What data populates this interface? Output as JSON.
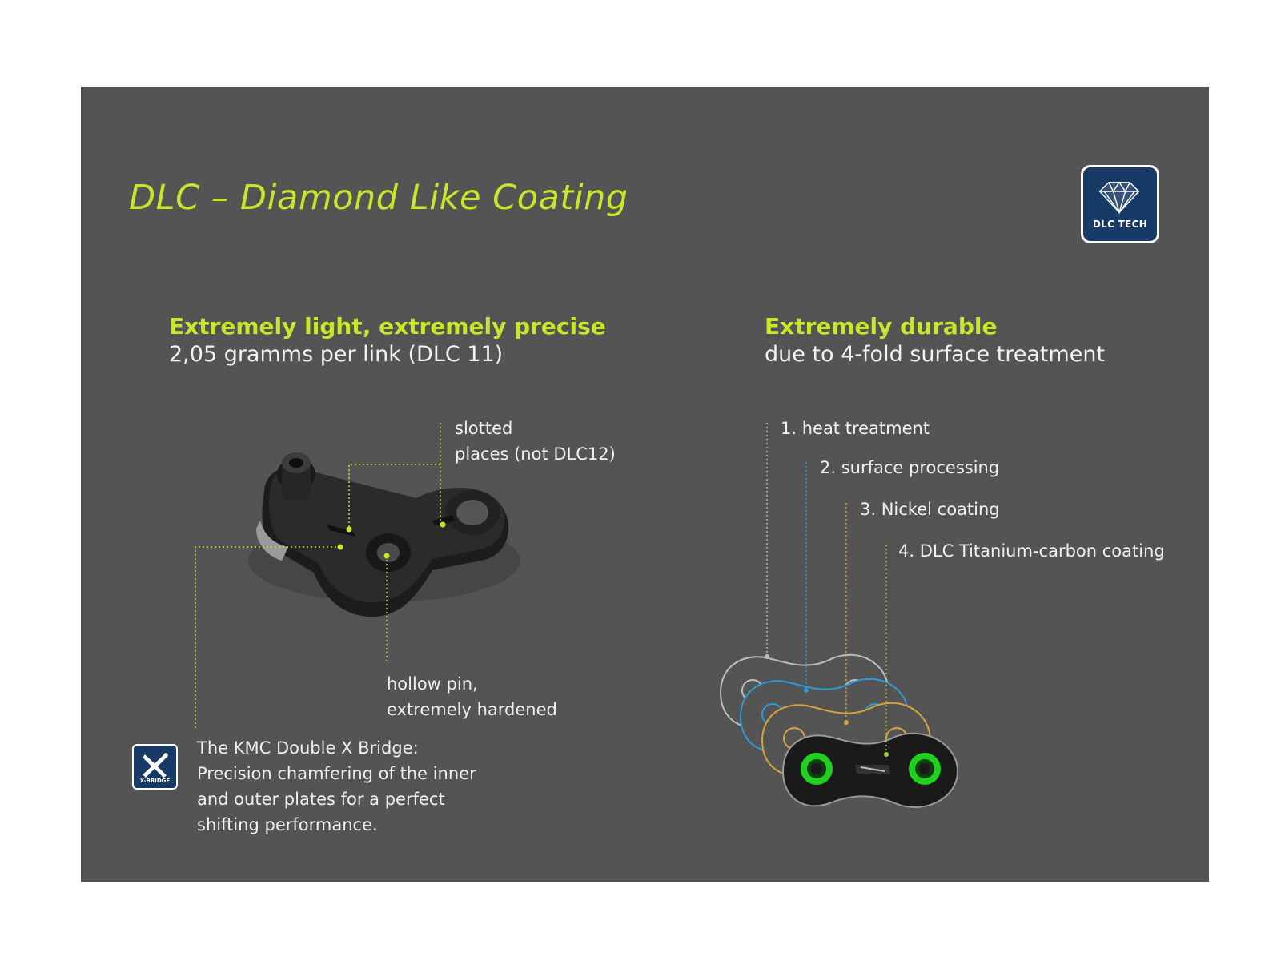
{
  "title": "DLC – Diamond Like Coating",
  "badge": {
    "label": "DLC TECH",
    "icon": "diamond-icon"
  },
  "left": {
    "heading": "Extremely light, extremely precise",
    "subheading": "2,05  gramms per link (DLC 11)",
    "callouts": {
      "slotted_line1": "slotted",
      "slotted_line2": "places (not DLC12)",
      "hollow_line1": "hollow pin,",
      "hollow_line2": "extremely hardened"
    },
    "xbridge": {
      "badge_label": "X-BRIDGE",
      "icon": "x-bridge-icon",
      "lines": [
        "The KMC Double X Bridge:",
        "Precision chamfering of the inner",
        "and outer plates for a perfect",
        "shifting performance."
      ]
    }
  },
  "right": {
    "heading": "Extremely durable",
    "subheading": "due to 4-fold surface treatment",
    "layers": [
      "1. heat treatment",
      "2. surface processing",
      "3. Nickel coating",
      "4. DLC  Titanium-carbon coating"
    ]
  },
  "colors": {
    "panel": "#545454",
    "accent": "#c8e62a",
    "badge": "#183a66",
    "layer1": "#bdbdbd",
    "layer2": "#2d9bd8",
    "layer3": "#d9a53a",
    "layer4": "#9ed32a",
    "highlight": "#1fd21f"
  }
}
